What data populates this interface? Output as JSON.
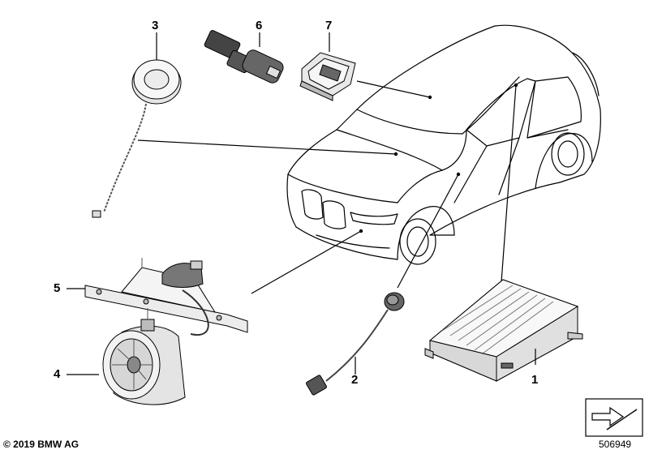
{
  "callouts": {
    "c1": "1",
    "c2": "2",
    "c3": "3",
    "c4": "4",
    "c5": "5",
    "c6": "6",
    "c7": "7"
  },
  "footer": {
    "copyright": "© 2019 BMW AG",
    "diagram_number": "506949"
  },
  "colors": {
    "line": "#000000",
    "part_fill": "#f2f2f2",
    "part_shade": "#cfcfcf",
    "dark_part": "#555555"
  }
}
